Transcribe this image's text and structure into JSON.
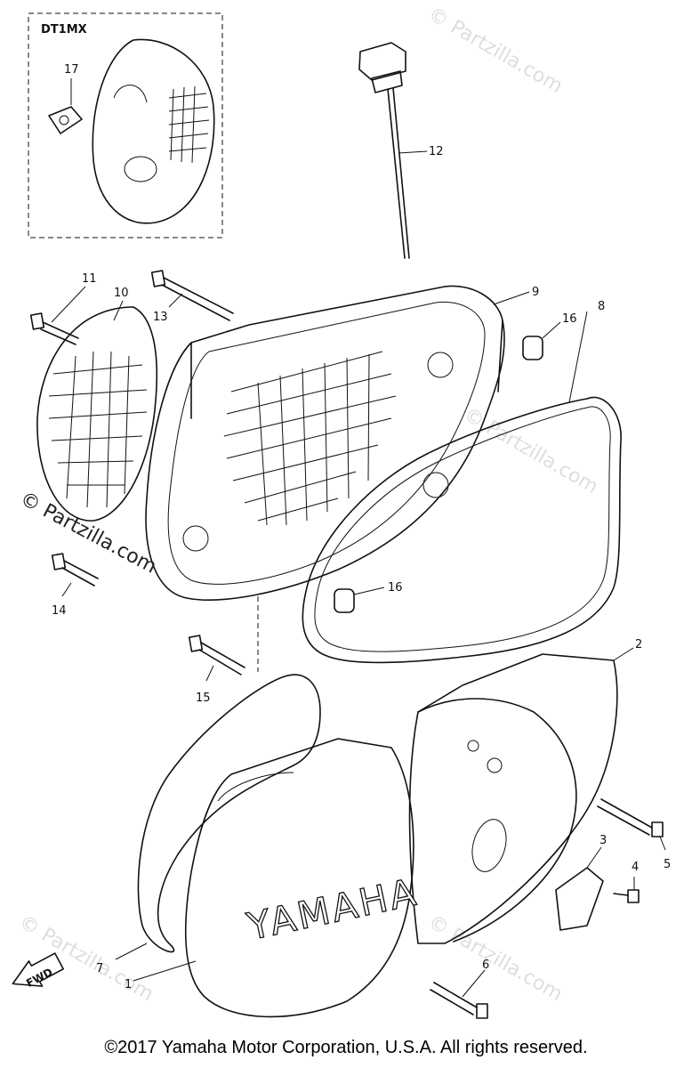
{
  "inset": {
    "label": "DT1MX"
  },
  "callouts": [
    "1",
    "2",
    "3",
    "4",
    "5",
    "6",
    "7",
    "8",
    "9",
    "10",
    "11",
    "12",
    "13",
    "14",
    "15",
    "16",
    "16",
    "17"
  ],
  "cover_brand": "YAMAHA",
  "arrow_label": "FWD",
  "watermark": "© Partzilla.com",
  "copyright": "©2017 Yamaha Motor Corporation, U.S.A. All rights reserved."
}
